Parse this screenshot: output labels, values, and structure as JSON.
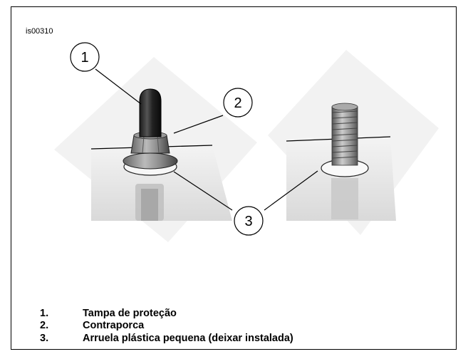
{
  "figure_id": "is00310",
  "callouts": [
    "1",
    "2",
    "3"
  ],
  "legend": [
    {
      "num": "1.",
      "text": "Tampa de proteção"
    },
    {
      "num": "2.",
      "text": "Contraporca"
    },
    {
      "num": "3.",
      "text": "Arruela plástica pequena (deixar instalada)"
    }
  ]
}
